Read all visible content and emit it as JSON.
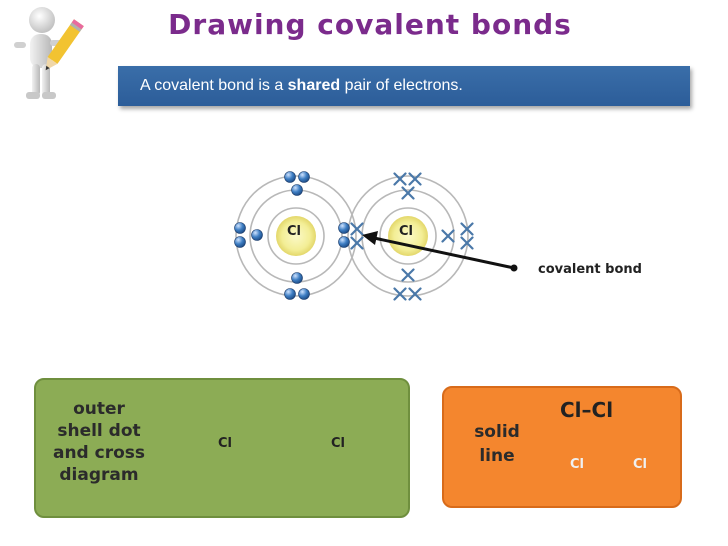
{
  "title": "Drawing covalent bonds",
  "banner": {
    "text_before": "A covalent bond is  a ",
    "text_bold": "shared",
    "text_after": " pair of electrons."
  },
  "top_diagram": {
    "atom_left_label": "Cl",
    "atom_right_label": "Cl",
    "bond_label": "covalent bond"
  },
  "dot_cross_panel": {
    "label_lines": [
      "outer",
      "shell dot",
      "and cross",
      "diagram"
    ],
    "atom_left_label": "Cl",
    "atom_right_label": "Cl"
  },
  "solid_line_panel": {
    "label_lines": [
      "solid",
      "line"
    ],
    "formula": "Cl–Cl",
    "ball_left_label": "Cl",
    "ball_right_label": "Cl"
  },
  "colors": {
    "title": "#7b2b8c",
    "banner": "#2c5d99",
    "green_panel": "#8cac55",
    "orange_panel": "#f4862e",
    "electron_blue": "#3f7fc4",
    "nucleus": "#f6f3a0"
  }
}
